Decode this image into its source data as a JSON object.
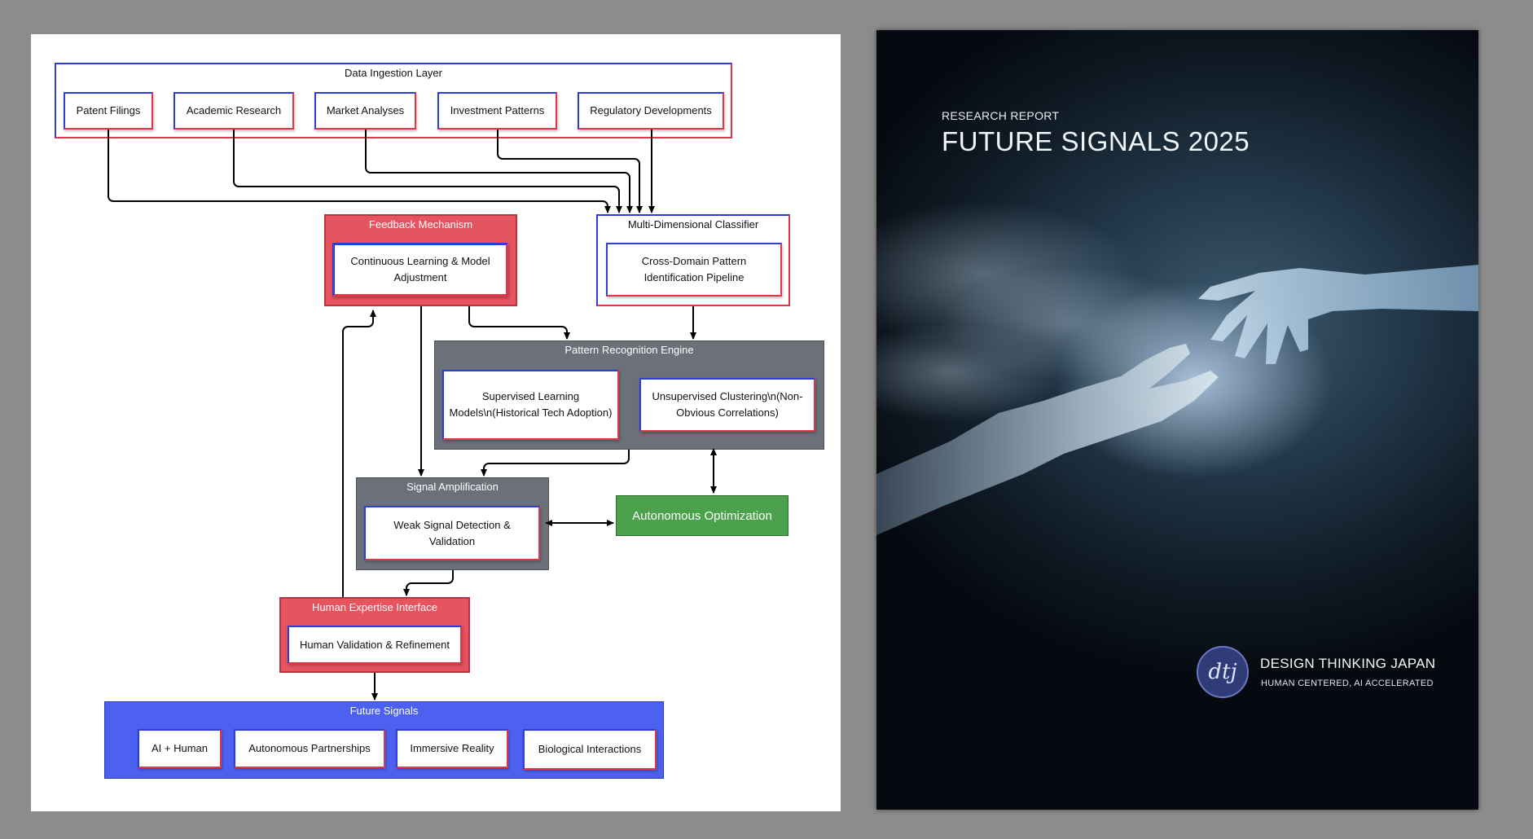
{
  "diagram": {
    "data_ingestion": {
      "title": "Data Ingestion Layer",
      "items": [
        "Patent Filings",
        "Academic Research",
        "Market Analyses",
        "Investment Patterns",
        "Regulatory Developments"
      ]
    },
    "feedback": {
      "title": "Feedback Mechanism",
      "item": "Continuous Learning & Model Adjustment"
    },
    "classifier": {
      "title": "Multi-Dimensional Classifier",
      "item": "Cross-Domain Pattern Identification Pipeline"
    },
    "pattern_engine": {
      "title": "Pattern Recognition Engine",
      "supervised": "Supervised Learning Models\\n(Historical Tech Adoption)",
      "unsupervised": "Unsupervised Clustering\\n(Non-Obvious Correlations)"
    },
    "signal_amplification": {
      "title": "Signal Amplification",
      "item": "Weak Signal Detection & Validation"
    },
    "autonomous_optimization": "Autonomous Optimization",
    "human_expertise": {
      "title": "Human Expertise Interface",
      "item": "Human Validation & Refinement"
    },
    "future_signals": {
      "title": "Future Signals",
      "items": [
        "AI + Human",
        "Autonomous Partnerships",
        "Immersive Reality",
        "Biological Interactions"
      ]
    }
  },
  "cover": {
    "label": "RESEARCH REPORT",
    "title": "FUTURE SIGNALS 2025",
    "logo_text": "dtj",
    "brand_name": "DESIGN THINKING JAPAN",
    "brand_tagline": "HUMAN CENTERED, AI ACCELERATED"
  },
  "colors": {
    "panel_bg": "#8c8c8c",
    "feedback_red": "#e5545f",
    "engine_gray": "#6b7079",
    "signals_blue": "#4c61f0",
    "optimization_green": "#4ca14c",
    "cover_dark": "#0f1a24"
  }
}
